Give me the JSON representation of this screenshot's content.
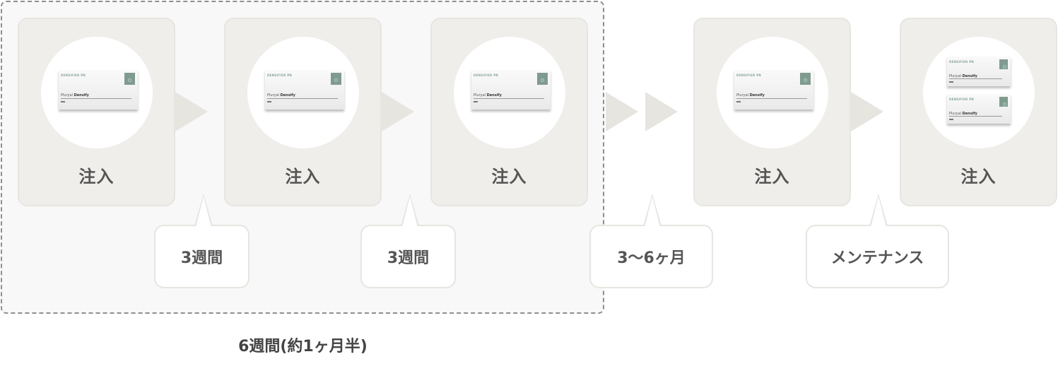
{
  "steps": [
    {
      "label": "注入",
      "product": {
        "brand": "DENSIFIER PN",
        "name_light": "Pluryal",
        "name_bold": "Densify",
        "count": 1
      }
    },
    {
      "label": "注入",
      "product": {
        "brand": "DENSIFIER PN",
        "name_light": "Pluryal",
        "name_bold": "Densify",
        "count": 1
      }
    },
    {
      "label": "注入",
      "product": {
        "brand": "DENSIFIER PN",
        "name_light": "Pluryal",
        "name_bold": "Densify",
        "count": 1
      }
    },
    {
      "label": "注入",
      "product": {
        "brand": "DENSIFIER PN",
        "name_light": "Pluryal",
        "name_bold": "Densify",
        "count": 1
      }
    },
    {
      "label": "注入",
      "product": {
        "brand": "DENSIFIER PN",
        "name_light": "Pluryal",
        "name_bold": "Densify",
        "count": 2
      }
    }
  ],
  "intervals": [
    {
      "label": "3週間"
    },
    {
      "label": "3週間"
    },
    {
      "label": "3〜6ヶ月"
    },
    {
      "label": "メンテナンス"
    }
  ],
  "group": {
    "caption": "6週間(約1ヶ月半)"
  },
  "colors": {
    "card_bg": "#efeeeb",
    "card_border": "#e6e5e0",
    "group_bg": "#f8f8f8",
    "dashed_border": "#8e8e8e",
    "text": "#555555",
    "product_badge": "#7f9b8f"
  }
}
